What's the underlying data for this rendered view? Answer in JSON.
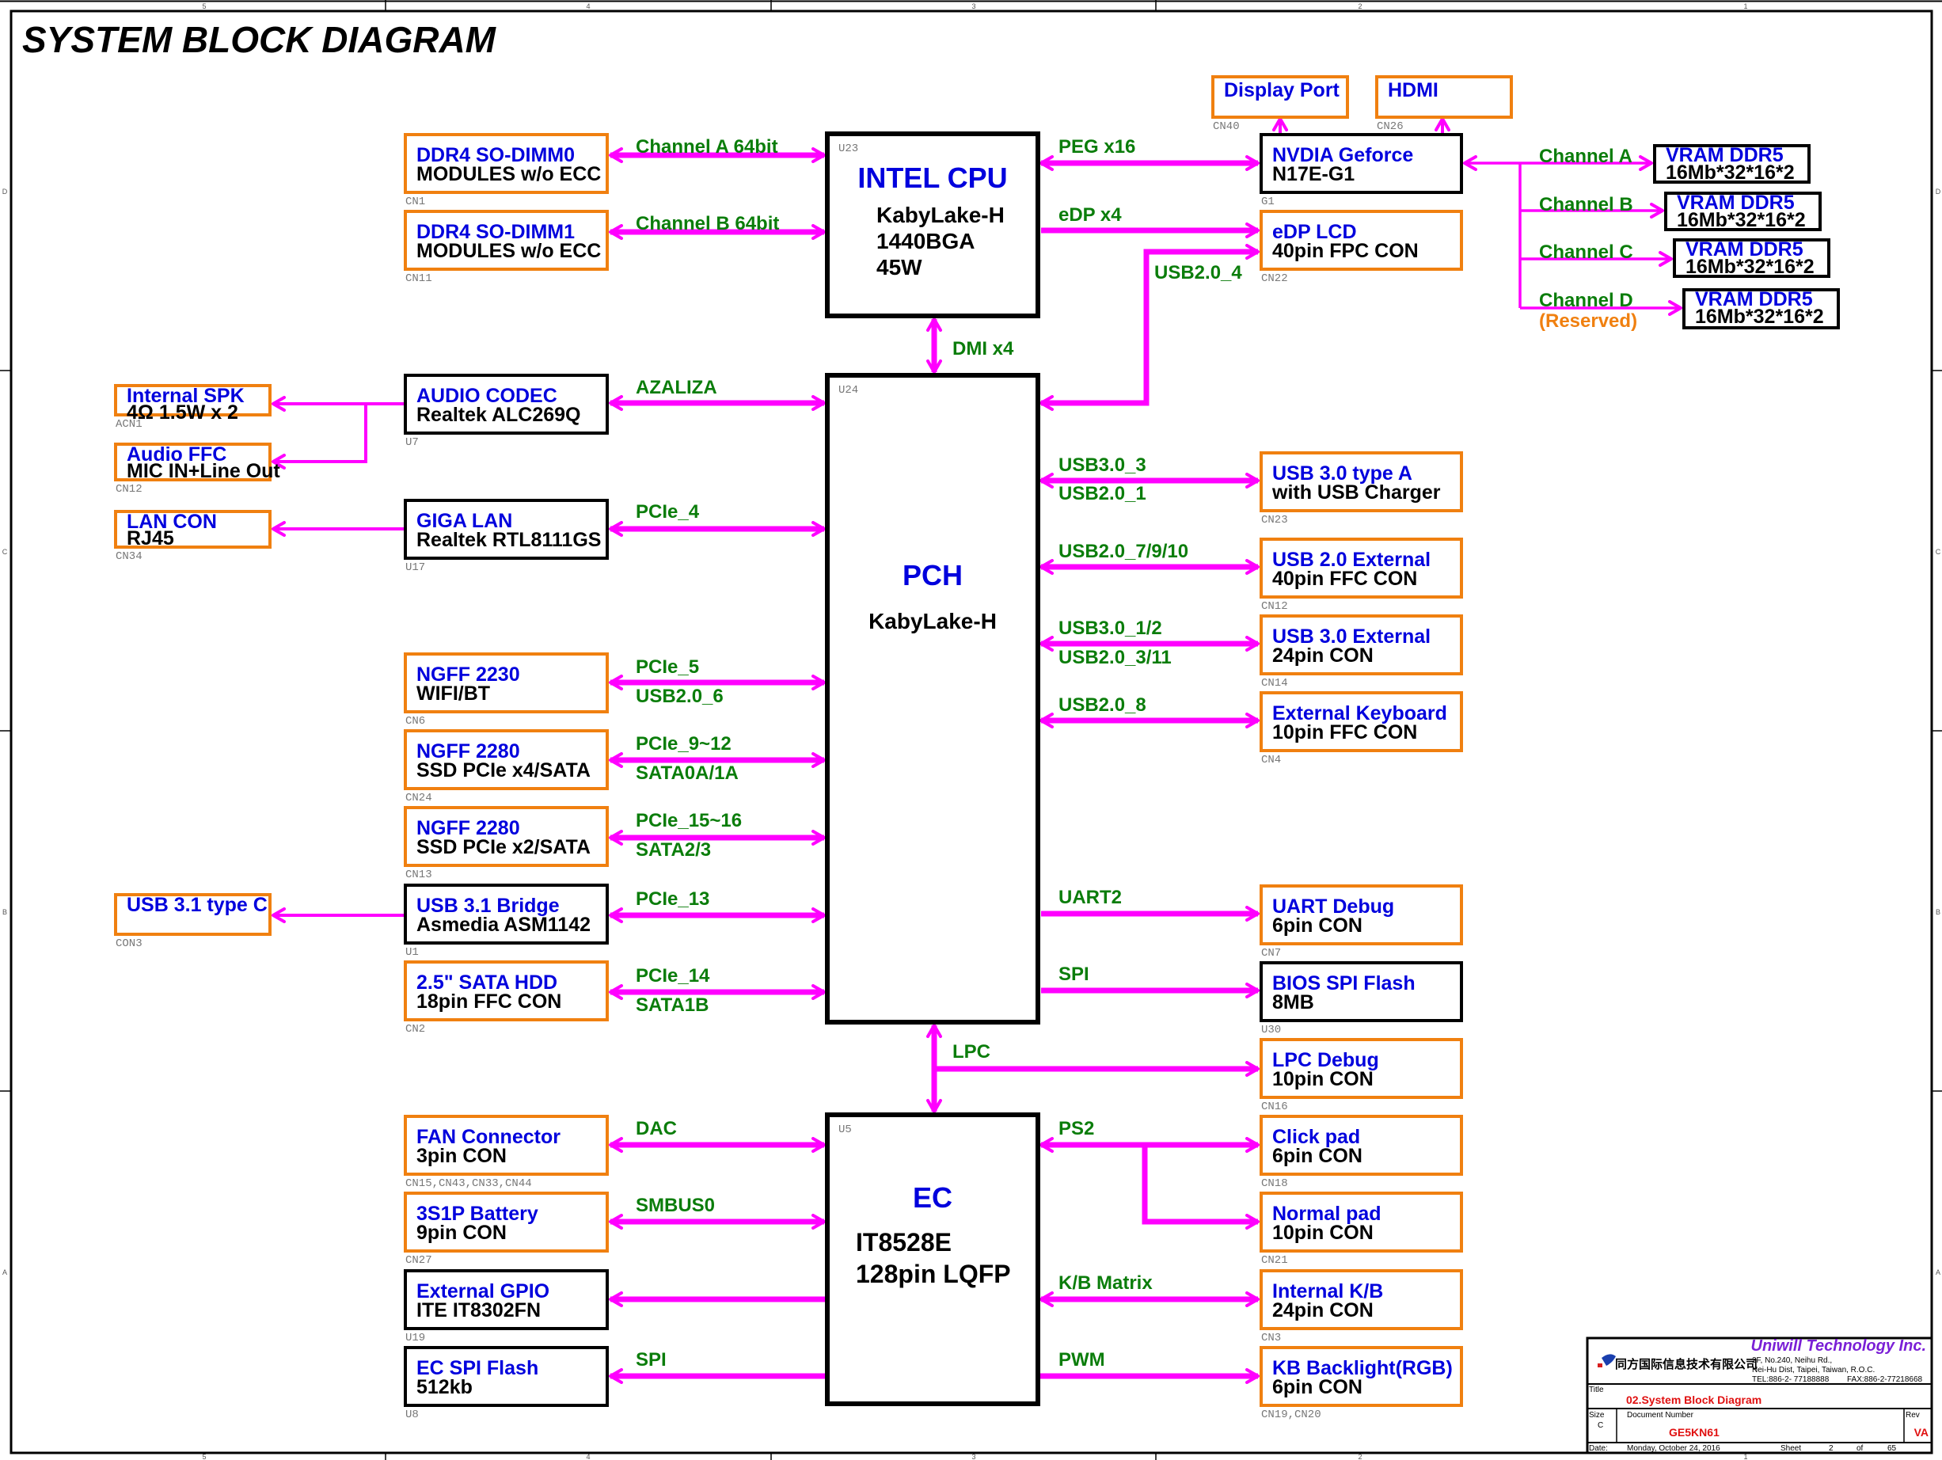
{
  "title": "SYSTEM BLOCK DIAGRAM",
  "colors": {
    "bus_line": "#ff00ff",
    "bus_label": "#0b7d0b",
    "block_title": "#0000dd",
    "connector_border": "#f08010",
    "chip_border": "#000000",
    "reserved": "#f08010",
    "company": "#7a1fd6",
    "titleblock_red": "#e01010"
  },
  "border_markers": {
    "columns": [
      "5",
      "4",
      "3",
      "2",
      "1"
    ],
    "rows": [
      "D",
      "C",
      "B",
      "A"
    ]
  },
  "chips": {
    "cpu": {
      "ref": "U23",
      "title": "INTEL CPU",
      "lines": [
        "KabyLake-H",
        "1440BGA",
        "45W"
      ]
    },
    "pch": {
      "ref": "U24",
      "title": "PCH",
      "lines": [
        "KabyLake-H"
      ]
    },
    "ec": {
      "ref": "U5",
      "title": "EC",
      "lines": [
        "IT8528E",
        "128pin LQFP"
      ]
    }
  },
  "blocks": [
    {
      "id": "dimm0",
      "kind": "connector",
      "title": "DDR4 SO-DIMM0",
      "sub": "MODULES w/o ECC",
      "ref": "CN1"
    },
    {
      "id": "dimm1",
      "kind": "connector",
      "title": "DDR4 SO-DIMM1",
      "sub": "MODULES w/o ECC",
      "ref": "CN11"
    },
    {
      "id": "displayport",
      "kind": "connector",
      "title": "Display Port",
      "sub": "",
      "ref": "CN40"
    },
    {
      "id": "hdmi",
      "kind": "connector",
      "title": "HDMI",
      "sub": "",
      "ref": "CN26"
    },
    {
      "id": "nvidia",
      "kind": "chip",
      "title": "NVDIA Geforce",
      "sub": "N17E-G1",
      "ref": "G1"
    },
    {
      "id": "edp",
      "kind": "connector",
      "title": "eDP LCD",
      "sub": "40pin FPC CON",
      "ref": "CN22"
    },
    {
      "id": "vram_a",
      "kind": "chip",
      "title": "VRAM DDR5",
      "sub": "16Mb*32*16*2",
      "ref": ""
    },
    {
      "id": "vram_b",
      "kind": "chip",
      "title": "VRAM DDR5",
      "sub": "16Mb*32*16*2",
      "ref": ""
    },
    {
      "id": "vram_c",
      "kind": "chip",
      "title": "VRAM DDR5",
      "sub": "16Mb*32*16*2",
      "ref": ""
    },
    {
      "id": "vram_d",
      "kind": "chip",
      "title": "VRAM DDR5",
      "sub": "16Mb*32*16*2",
      "ref": ""
    },
    {
      "id": "spk",
      "kind": "connector",
      "title": "Internal SPK",
      "sub": "4Ω 1.5W x 2",
      "ref": "ACN1"
    },
    {
      "id": "audioffc",
      "kind": "connector",
      "title": "Audio FFC",
      "sub": "MIC IN+Line Out",
      "ref": "CN12"
    },
    {
      "id": "lancon",
      "kind": "connector",
      "title": "LAN CON",
      "sub": "RJ45",
      "ref": "CN34"
    },
    {
      "id": "codec",
      "kind": "chip",
      "title": "AUDIO CODEC",
      "sub": "Realtek ALC269Q",
      "ref": "U7"
    },
    {
      "id": "gigalan",
      "kind": "chip",
      "title": "GIGA LAN",
      "sub": "Realtek RTL8111GS",
      "ref": "U17"
    },
    {
      "id": "ngff2230",
      "kind": "connector",
      "title": "NGFF 2230",
      "sub": "WIFI/BT",
      "ref": "CN6"
    },
    {
      "id": "ngff2280a",
      "kind": "connector",
      "title": "NGFF 2280",
      "sub": "SSD PCIe x4/SATA",
      "ref": "CN24"
    },
    {
      "id": "ngff2280b",
      "kind": "connector",
      "title": "NGFF 2280",
      "sub": "SSD PCIe x2/SATA",
      "ref": "CN13"
    },
    {
      "id": "usb31c",
      "kind": "connector",
      "title": "USB 3.1 type C",
      "sub": "",
      "ref": "CON3"
    },
    {
      "id": "usb31bridge",
      "kind": "chip",
      "title": "USB 3.1 Bridge",
      "sub": "Asmedia ASM1142",
      "ref": "U1"
    },
    {
      "id": "sata_hdd",
      "kind": "connector",
      "title": "2.5\" SATA HDD",
      "sub": "18pin FFC CON",
      "ref": "CN2"
    },
    {
      "id": "usb30a",
      "kind": "connector",
      "title": "USB 3.0 type A",
      "sub": "with USB Charger",
      "ref": "CN23"
    },
    {
      "id": "usb20ext",
      "kind": "connector",
      "title": "USB 2.0 External",
      "sub": "40pin FFC CON",
      "ref": "CN12"
    },
    {
      "id": "usb30ext",
      "kind": "connector",
      "title": "USB 3.0 External",
      "sub": "24pin CON",
      "ref": "CN14"
    },
    {
      "id": "extkb",
      "kind": "connector",
      "title": "External Keyboard",
      "sub": "10pin FFC CON",
      "ref": "CN4"
    },
    {
      "id": "uartdbg",
      "kind": "connector",
      "title": "UART Debug",
      "sub": "6pin CON",
      "ref": "CN7"
    },
    {
      "id": "biosflash",
      "kind": "chip",
      "title": "BIOS SPI Flash",
      "sub": "8MB",
      "ref": "U30"
    },
    {
      "id": "lpcdbg",
      "kind": "connector",
      "title": "LPC Debug",
      "sub": "10pin CON",
      "ref": "CN16"
    },
    {
      "id": "fan",
      "kind": "connector",
      "title": "FAN Connector",
      "sub": "3pin CON",
      "ref": "CN15,CN43,CN33,CN44"
    },
    {
      "id": "battery",
      "kind": "connector",
      "title": "3S1P Battery",
      "sub": "9pin CON",
      "ref": "CN27"
    },
    {
      "id": "extgpio",
      "kind": "chip",
      "title": "External GPIO",
      "sub": "ITE IT8302FN",
      "ref": "U19"
    },
    {
      "id": "ecflash",
      "kind": "chip",
      "title": "EC SPI Flash",
      "sub": "512kb",
      "ref": "U8"
    },
    {
      "id": "clickpad",
      "kind": "connector",
      "title": "Click pad",
      "sub": "6pin CON",
      "ref": "CN18"
    },
    {
      "id": "normalpad",
      "kind": "connector",
      "title": "Normal pad",
      "sub": "10pin CON",
      "ref": "CN21"
    },
    {
      "id": "intkb",
      "kind": "connector",
      "title": "Internal K/B",
      "sub": "24pin CON",
      "ref": "CN3"
    },
    {
      "id": "kbbl",
      "kind": "connector",
      "title": "KB Backlight(RGB)",
      "sub": "6pin CON",
      "ref": "CN19,CN20"
    }
  ],
  "buses": [
    {
      "id": "chA",
      "labels": [
        "Channel A   64bit"
      ]
    },
    {
      "id": "chB",
      "labels": [
        "Channel B   64bit"
      ]
    },
    {
      "id": "peg",
      "labels": [
        "PEG x16"
      ]
    },
    {
      "id": "edp",
      "labels": [
        "eDP x4"
      ]
    },
    {
      "id": "usb204",
      "labels": [
        "USB2.0_4"
      ]
    },
    {
      "id": "dmi",
      "labels": [
        "DMI x4"
      ]
    },
    {
      "id": "vchA",
      "labels": [
        "Channel A"
      ]
    },
    {
      "id": "vchB",
      "labels": [
        "Channel B"
      ]
    },
    {
      "id": "vchC",
      "labels": [
        "Channel C"
      ]
    },
    {
      "id": "vchD",
      "labels": [
        "Channel D"
      ],
      "note": "(Reserved)"
    },
    {
      "id": "azalia",
      "labels": [
        "AZALIZA"
      ]
    },
    {
      "id": "pcie4",
      "labels": [
        "PCIe_4"
      ]
    },
    {
      "id": "pcie5",
      "labels": [
        "PCIe_5",
        "USB2.0_6"
      ]
    },
    {
      "id": "pcie912",
      "labels": [
        "PCIe_9~12",
        "SATA0A/1A"
      ]
    },
    {
      "id": "pcie1516",
      "labels": [
        "PCIe_15~16",
        "SATA2/3"
      ]
    },
    {
      "id": "pcie13",
      "labels": [
        "PCIe_13"
      ]
    },
    {
      "id": "pcie14",
      "labels": [
        "PCIe_14",
        "SATA1B"
      ]
    },
    {
      "id": "usb30_3",
      "labels": [
        "USB3.0_3",
        "USB2.0_1"
      ]
    },
    {
      "id": "usb20_7910",
      "labels": [
        "USB2.0_7/9/10"
      ]
    },
    {
      "id": "usb30_12",
      "labels": [
        "USB3.0_1/2",
        "USB2.0_3/11"
      ]
    },
    {
      "id": "usb20_8",
      "labels": [
        "USB2.0_8"
      ]
    },
    {
      "id": "uart2",
      "labels": [
        "UART2"
      ]
    },
    {
      "id": "spi_bios",
      "labels": [
        "SPI"
      ]
    },
    {
      "id": "lpc",
      "labels": [
        "LPC"
      ]
    },
    {
      "id": "dac",
      "labels": [
        "DAC"
      ]
    },
    {
      "id": "smbus0",
      "labels": [
        "SMBUS0"
      ]
    },
    {
      "id": "gpio",
      "labels": []
    },
    {
      "id": "spi_ec",
      "labels": [
        "SPI"
      ]
    },
    {
      "id": "ps2",
      "labels": [
        "PS2"
      ]
    },
    {
      "id": "kbmatrix",
      "labels": [
        "K/B Matrix"
      ]
    },
    {
      "id": "pwm",
      "labels": [
        "PWM"
      ]
    }
  ],
  "title_block": {
    "company": "Uniwill Technology Inc.",
    "company_cn": "同方国际信息技术有限公司",
    "address_lines": [
      "2F, No.240, Neihu Rd.,",
      "Nei-Hu Dist,  Taipei,   Taiwan,   R.O.C."
    ],
    "tel": "TEL:886-2- 77188888",
    "fax": "FAX:886-2-77218668",
    "title_label": "Title",
    "title_value": "02.System Block Diagram",
    "size_label": "Size",
    "size_value": "C",
    "docnum_label": "Document Number",
    "docnum_value": "GE5KN61",
    "rev_label": "Rev",
    "rev_value": "VA",
    "date_label": "Date:",
    "date_value": "Monday, October 24, 2016",
    "sheet_label": "Sheet",
    "sheet_value": "2",
    "of_label": "of",
    "sheet_total": "65"
  }
}
